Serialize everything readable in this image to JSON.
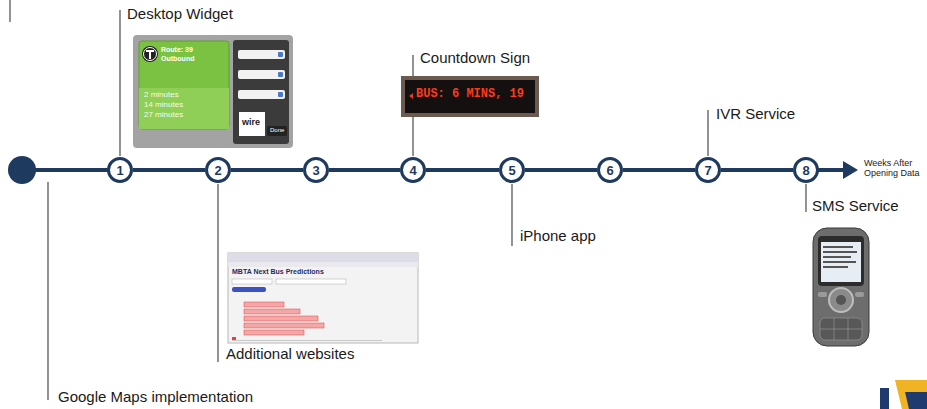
{
  "diagram": {
    "nodes": [
      {
        "text": [
          "1"
        ]
      },
      {
        "text": [
          "2"
        ]
      },
      {
        "text": [
          "3"
        ]
      },
      {
        "text": [
          "4"
        ]
      },
      {
        "text": [
          "5"
        ]
      },
      {
        "text": [
          "6"
        ]
      },
      {
        "text": [
          "7"
        ]
      },
      {
        "text": [
          "8"
        ]
      }
    ],
    "edges": [
      {
        "from": 0,
        "to": 1,
        "arrow": "none"
      },
      {
        "from": 1,
        "to": 2,
        "arrow": "none"
      },
      {
        "from": 2,
        "to": 3,
        "arrow": "none"
      },
      {
        "from": 3,
        "to": 4,
        "arrow": "none"
      },
      {
        "from": 4,
        "to": 5,
        "arrow": "none"
      },
      {
        "from": 5,
        "to": 6,
        "arrow": "none"
      },
      {
        "from": 6,
        "to": 7,
        "arrow": "none"
      }
    ],
    "labels": [
      "Desktop Widget",
      "Countdown Sign",
      "IVR Service",
      "Weeks After Opening Data",
      "SMS Service",
      "iPhone app",
      "Additional websites",
      "Google Maps implementation",
      "Route: 39",
      "Outbound",
      "2 minutes",
      "14 minutes",
      "27 minutes",
      "wire",
      "Done",
      "BUS: 6 MINS, 19",
      "MBTA Next Bus Predictions"
    ]
  }
}
